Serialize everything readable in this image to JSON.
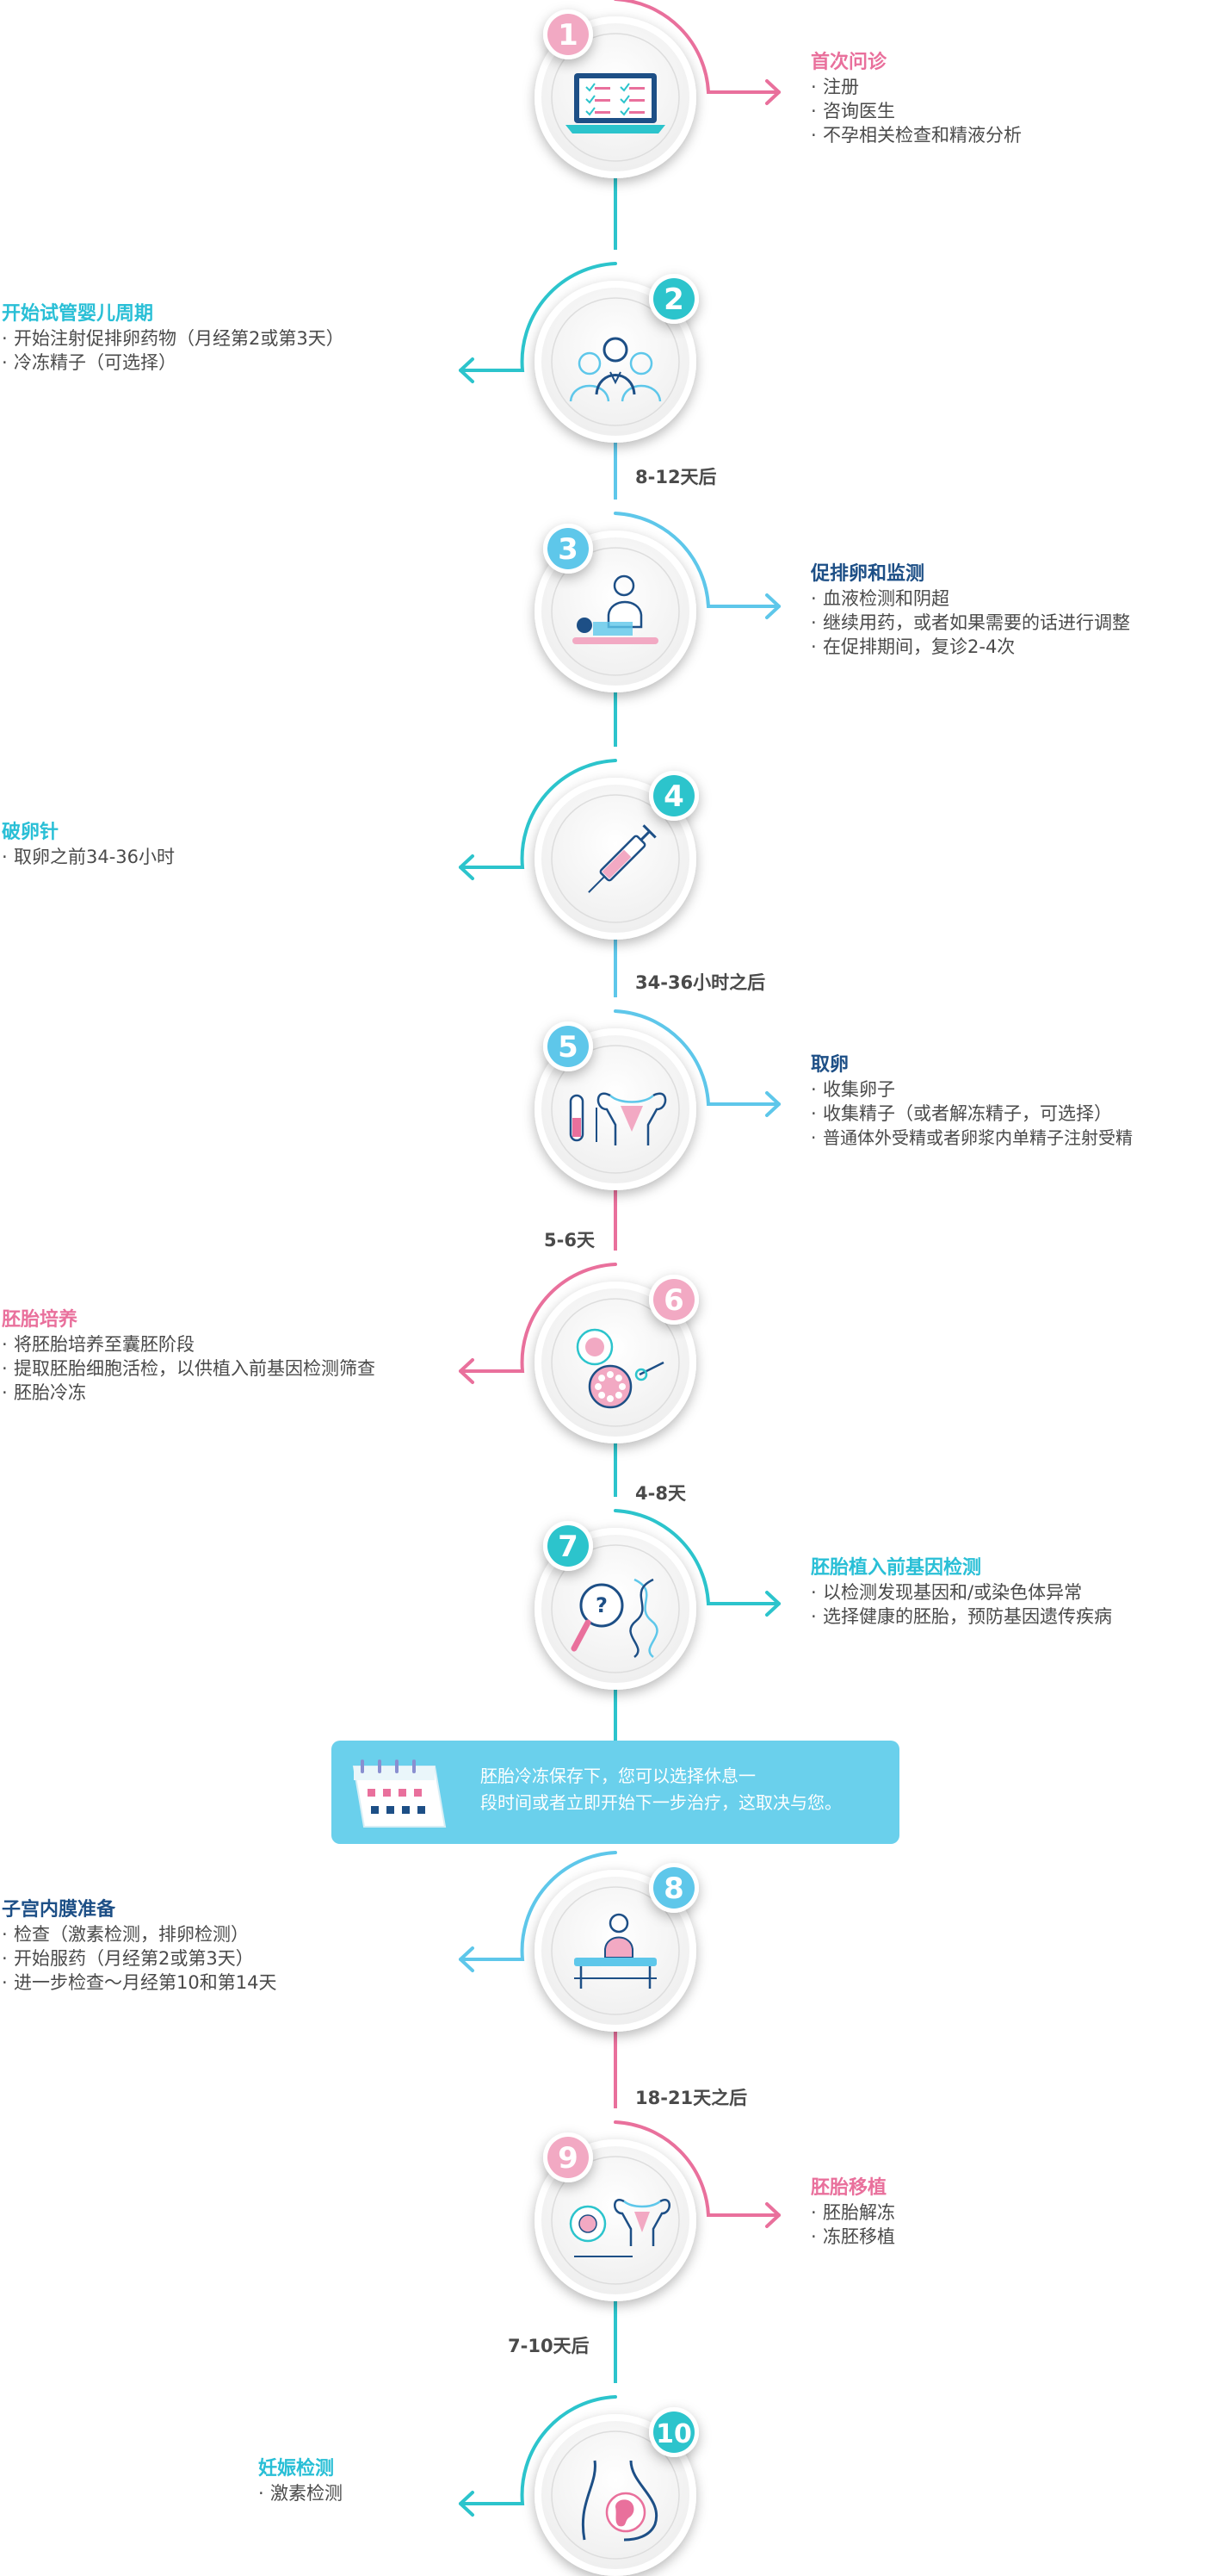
{
  "colors": {
    "pink": "#e9709c",
    "teal": "#2cc4cc",
    "sky": "#5ec7ea",
    "navy": "#1d4f86",
    "cyan_title": "#29bfd6",
    "gray": "#4a4a4a",
    "banner": "#6ad0ec"
  },
  "steps": [
    {
      "number": "1",
      "icon": "laptop-checklist-icon",
      "title": "首次问诊",
      "title_color": "#e9709c",
      "badge_color": "#f2a9c3",
      "items": [
        "注册",
        "咨询医生",
        "不孕相关检查和精液分析"
      ]
    },
    {
      "number": "2",
      "icon": "doctor-consultation-icon",
      "title": "开始试管婴儿周期",
      "title_color": "#29bfd6",
      "badge_color": "#2cc4cc",
      "items": [
        "开始注射促排卵药物（月经第2或第3天）",
        "冷冻精子（可选择）"
      ]
    },
    {
      "number": "3",
      "icon": "ultrasound-monitoring-icon",
      "title": "促排卵和监测",
      "title_color": "#1d4f86",
      "badge_color": "#5ec7ea",
      "items": [
        "血液检测和阴超",
        "继续用药，或者如果需要的话进行调整",
        "在促排期间，复诊2-4次"
      ]
    },
    {
      "number": "4",
      "icon": "syringe-icon",
      "title": "破卵针",
      "title_color": "#29bfd6",
      "badge_color": "#2cc4cc",
      "items": [
        "取卵之前34-36小时"
      ]
    },
    {
      "number": "5",
      "icon": "test-tube-uterus-icon",
      "title": "取卵",
      "title_color": "#1d4f86",
      "badge_color": "#5ec7ea",
      "items": [
        "收集卵子",
        "收集精子（或者解冻精子，可选择）",
        "普通体外受精或者卵浆内单精子注射受精"
      ]
    },
    {
      "number": "6",
      "icon": "embryo-culture-icon",
      "title": "胚胎培养",
      "title_color": "#e9709c",
      "badge_color": "#f2a9c3",
      "items": [
        "将胚胎培养至囊胚阶段",
        "提取胚胎细胞活检，以供植入前基因检测筛查",
        "胚胎冷冻"
      ]
    },
    {
      "number": "7",
      "icon": "dna-magnifier-icon",
      "title": "胚胎植入前基因检测",
      "title_color": "#29bfd6",
      "badge_color": "#2cc4cc",
      "items": [
        "以检测发现基因和/或染色体异常",
        "选择健康的胚胎，预防基因遗传疾病"
      ]
    },
    {
      "number": "8",
      "icon": "hospital-bed-icon",
      "title": "子宫内膜准备",
      "title_color": "#1d4f86",
      "badge_color": "#5ec7ea",
      "items": [
        "检查（激素检测，排卵检测）",
        "开始服药（月经第2或第3天）",
        "进一步检查～月经第10和第14天"
      ]
    },
    {
      "number": "9",
      "icon": "embryo-transfer-icon",
      "title": "胚胎移植",
      "title_color": "#e9709c",
      "badge_color": "#f2a9c3",
      "items": [
        "胚胎解冻",
        "冻胚移植"
      ]
    },
    {
      "number": "10",
      "icon": "pregnancy-icon",
      "title": "妊娠检测",
      "title_color": "#29bfd6",
      "badge_color": "#2cc4cc",
      "items": [
        "激素检测"
      ]
    }
  ],
  "intervals": [
    "8-12天后",
    "34-36小时之后",
    "5-6天",
    "4-8天",
    "18-21天之后",
    "7-10天后"
  ],
  "banner": {
    "icon": "calendar-icon",
    "line1": "胚胎冷冻保存下，您可以选择休息一",
    "line2": "段时间或者立即开始下一步治疗，这取决与您。"
  }
}
